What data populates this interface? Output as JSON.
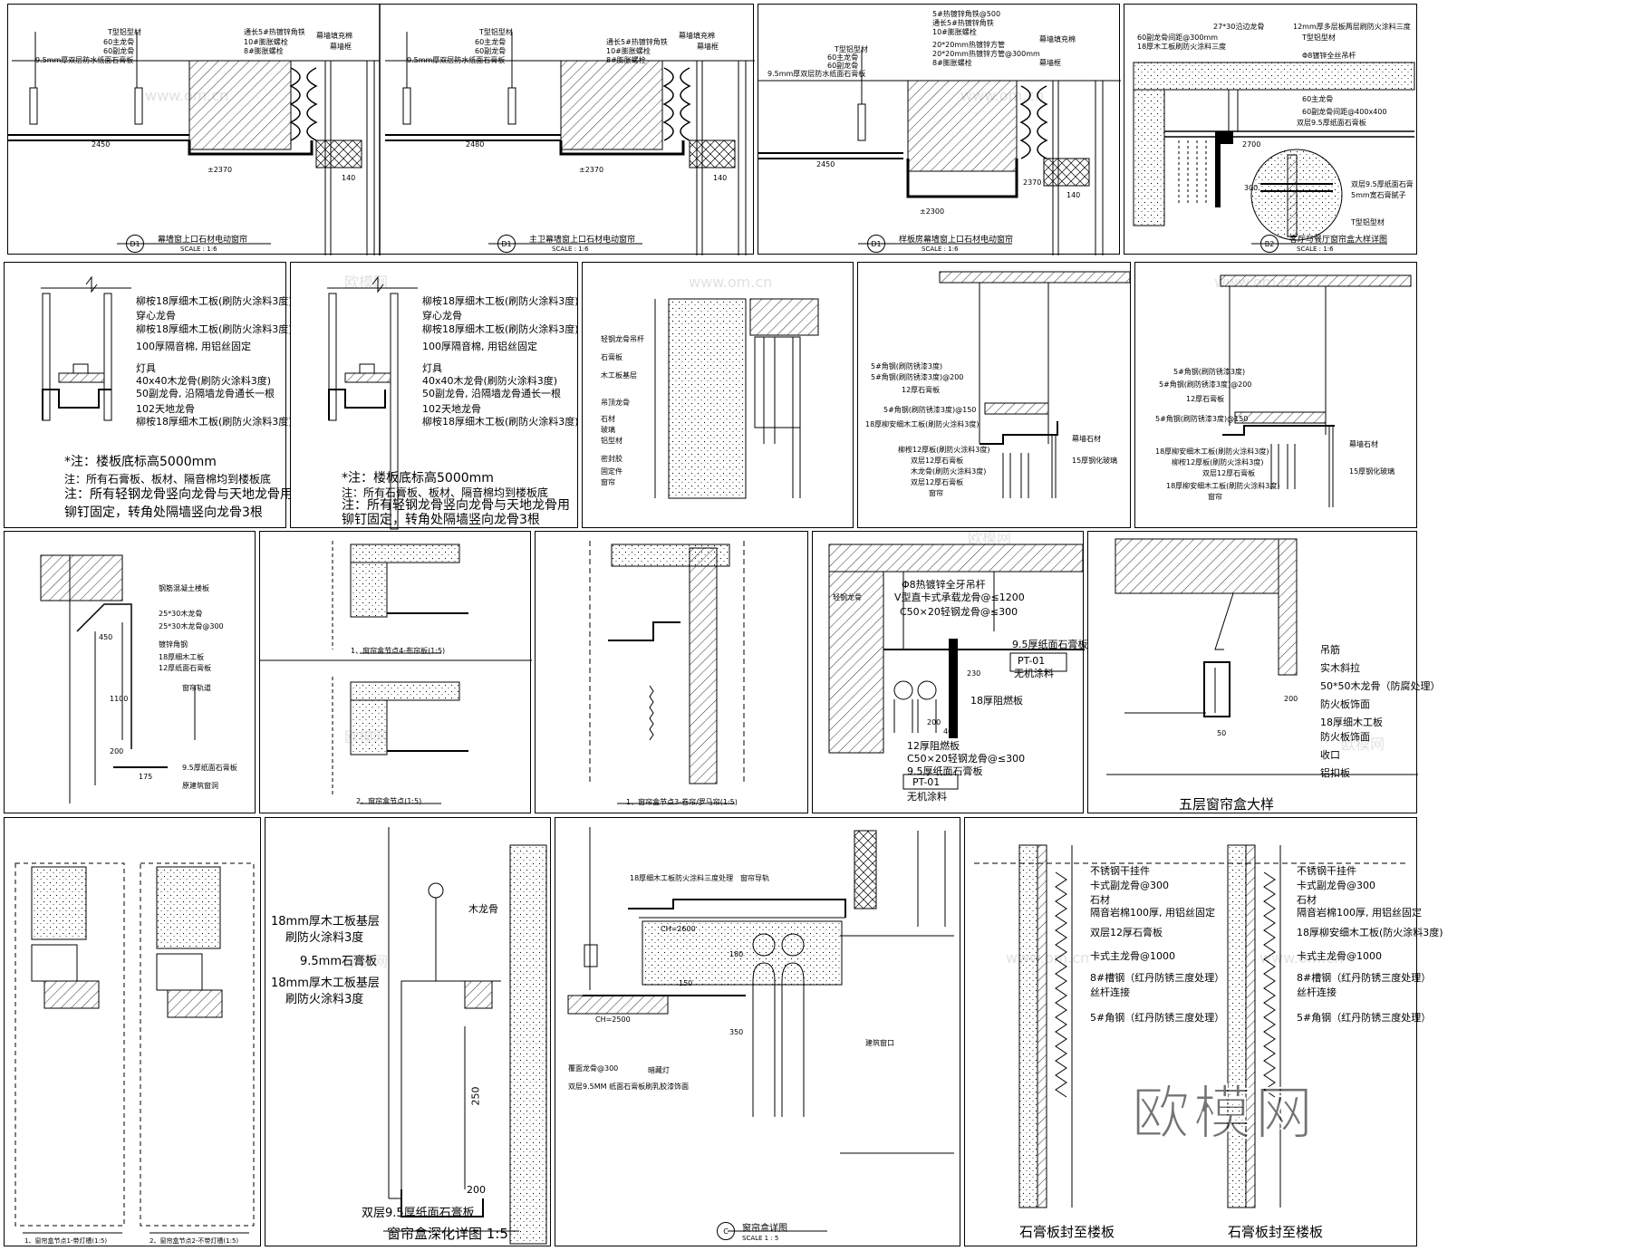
{
  "watermark": {
    "brand": "欧模网",
    "url": "www.om.cn"
  },
  "row1": {
    "p1": {
      "title": "幕墙窗上口石材电动窗帘",
      "scale": "SCALE :  1:6",
      "marker": "D1",
      "labels": [
        "T型铝型材",
        "60主龙骨",
        "60副龙骨",
        "9.5mm厚双层防水纸面石膏板",
        "通长5#热镀锌角铁",
        "10#膨胀螺栓",
        "8#膨胀螺栓",
        "幕墙填充棉",
        "幕墙框"
      ],
      "dims": [
        "2450",
        "±2370",
        "140"
      ]
    },
    "p2": {
      "title": "主卫幕墙窗上口石材电动窗帘",
      "scale": "SCALE :  1:6",
      "marker": "D1",
      "labels": [
        "T型铝型材",
        "60主龙骨",
        "60副龙骨",
        "9.5mm厚双层防水纸面石膏板",
        "通长5#热镀锌角铁",
        "10#膨胀螺栓",
        "8#膨胀螺栓",
        "幕墙填充棉",
        "幕墙框"
      ],
      "dims": [
        "2480",
        "±2370",
        "140"
      ]
    },
    "p3": {
      "title": "样板房幕墙窗上口石材电动窗帘",
      "scale": "SCALE :  1:6",
      "marker": "D1",
      "labels": [
        "5#热镀锌角铁@500",
        "通长5#热镀锌角铁",
        "10#膨胀螺栓",
        "20*20mm热镀锌方管",
        "20*20mm热镀锌方管@300mm",
        "8#膨胀螺栓",
        "幕墙填充棉",
        "幕墙框",
        "T型铝型材",
        "60主龙骨",
        "60副龙骨",
        "9.5mm厚双层防水纸面石膏板"
      ],
      "dims": [
        "2450",
        "±2300",
        "2370",
        "140"
      ]
    },
    "p4": {
      "title": "客厅与餐厅窗帘盒大样详图",
      "scale": "SCALE :  1:6",
      "marker": "B2",
      "labels": [
        "27*30沿边龙骨",
        "12mm厚多层板两层刷防火涂料三度",
        "60副龙骨间距@300mm",
        "T型铝型材",
        "18厚木工板刷防火涂料三度",
        "Φ8镀锌全丝吊杆",
        "60主龙骨",
        "60副龙骨间距@400x400",
        "双层9.5厚纸面石膏板",
        "双层9.5厚纸面石膏",
        "5mm宽石膏腻子",
        "T型铝型材"
      ],
      "dims": [
        "300",
        "2700"
      ]
    }
  },
  "row2": {
    "p1": {
      "labels": [
        "柳桉18厚细木工板(刷防火涂料3度)",
        "穿心龙骨",
        "柳桉18厚细木工板(刷防火涂料3度)",
        "100厚隔音棉, 用铝丝固定",
        "灯具",
        "40x40木龙骨(刷防火涂料3度)",
        "50副龙骨, 沿隔墙龙骨通长一根",
        "102天地龙骨",
        "柳桉18厚细木工板(刷防火涂料3度)"
      ],
      "notes": [
        "*注：楼板底标高5000mm",
        "注：所有石膏板、板材、隔音棉均到楼板底",
        "注：所有轻钢龙骨竖向龙骨与天地龙骨用",
        "铆钉固定，转角处隔墙竖向龙骨3根"
      ]
    },
    "p2": {
      "labels": [
        "柳桉18厚细木工板(刷防火涂料3度)",
        "穿心龙骨",
        "柳桉18厚细木工板(刷防火涂料3度)",
        "100厚隔音棉, 用铝丝固定",
        "灯具",
        "40x40木龙骨(刷防火涂料3度)",
        "50副龙骨, 沿隔墙龙骨通长一根",
        "102天地龙骨",
        "柳桉18厚细木工板(刷防火涂料3度)"
      ],
      "notes": [
        "*注：楼板底标高5000mm",
        "注：所有石膏板、板材、隔音棉均到楼板底",
        "注：所有轻钢龙骨竖向龙骨与天地龙骨用",
        "铆钉固定，转角处隔墙竖向龙骨3根"
      ]
    },
    "p3": {
      "labels": [
        "轻钢龙骨吊杆",
        "石膏板",
        "木工板基层",
        "吊顶龙骨",
        "石材",
        "玻璃",
        "铝型材",
        "密封胶",
        "固定件",
        "窗帘"
      ]
    },
    "p4": {
      "labels": [
        "5#角钢(刷防锈漆3度)",
        "5#角钢(刷防锈漆3度)@200",
        "12厚石膏板",
        "5#角钢(刷防锈漆3度)@150",
        "18厚柳安细木工板(刷防火涂料3度)",
        "柳桉12厚板(刷防火涂料3度)",
        "双层12厚石膏板",
        "木龙骨(刷防火涂料3度)",
        "双层12厚石膏板",
        "窗帘",
        "幕墙石材",
        "15厚钢化玻璃"
      ]
    },
    "p5": {
      "labels": [
        "5#角钢(刷防锈漆3度)",
        "5#角钢(刷防锈漆3度)@200",
        "12厚石膏板",
        "5#角钢(刷防锈漆3度)@150",
        "18厚柳安细木工板(刷防火涂料3度)",
        "柳桉12厚板(刷防火涂料3度)",
        "双层12厚石膏板",
        "18厚柳安细木工板(刷防火涂料3度)",
        "窗帘",
        "幕墙石材",
        "15厚钢化玻璃"
      ]
    }
  },
  "row3": {
    "p1": {
      "labels": [
        "钢筋混凝土楼板",
        "25*30木龙骨",
        "25*30木龙骨@300",
        "镀锌角钢",
        "18厚细木工板",
        "12厚纸面石膏板",
        "窗帘轨道",
        "9.5厚纸面石膏板",
        "原建筑窗洞"
      ],
      "dims": [
        "450",
        "1100",
        "200",
        "175"
      ]
    },
    "p2": {
      "titles": [
        "1、窗帘盒节点4-布帘板(1:5)",
        "2、窗帘盒节点(1:5)"
      ]
    },
    "p3": {
      "titles": [
        "1、窗帘盒节点3-卷帘/罗马帘(1:5)"
      ]
    },
    "p4": {
      "labels": [
        "Φ8热镀锌全牙吊杆",
        "V型直卡式承载龙骨@≤1200",
        "C50×20轻钢龙骨@≤300",
        "9.5厚纸面石膏板",
        "PT-01",
        "无机涂料",
        "18厚阻燃板",
        "12厚阻燃板",
        "C50×20轻钢龙骨@≤300",
        "9.5厚纸面石膏板",
        "PT-01",
        "无机涂料",
        "轻钢龙骨"
      ],
      "dims": [
        "230",
        "200",
        "40"
      ]
    },
    "p5": {
      "labels": [
        "吊筋",
        "实木斜拉",
        "50*50木龙骨（防腐处理）",
        "防火板饰面",
        "18厚细木工板",
        "防火板饰面",
        "收口",
        "铝扣板"
      ],
      "title": "五层窗帘盒大样",
      "dims": [
        "200",
        "50"
      ]
    }
  },
  "row4": {
    "p1": {
      "titles": [
        "1、窗帘盒节点1-带灯槽(1:5)",
        "2、窗帘盒节点2-不带灯槽(1:5)"
      ]
    },
    "p2": {
      "labels": [
        "木龙骨",
        "18mm厚木工板基层",
        "刷防火涂料3度",
        "9.5mm石膏板",
        "18mm厚木工板基层",
        "刷防火涂料3度",
        "双层9.5厚纸面石膏板"
      ],
      "title": "窗帘盒深化详图  1:5",
      "dims": [
        "250",
        "200"
      ]
    },
    "p3": {
      "labels": [
        "18厚细木工板防火涂料三度处理",
        "窗帘导轨",
        "建筑窗口",
        "暗藏灯",
        "覆面龙骨@300",
        "双层9.5MM 纸面石膏板刷乳胶漆饰面"
      ],
      "title": "窗帘盒详图",
      "marker": "C",
      "scale": "SCALE  1 : 5",
      "dims": [
        "CH=2600",
        "150",
        "180",
        "350",
        "CH=2500"
      ]
    },
    "p4": {
      "labels": [
        "不锈钢干挂件",
        "卡式副龙骨@300",
        "石材",
        "隔音岩棉100厚, 用铝丝固定",
        "双层12厚石膏板",
        "卡式主龙骨@1000",
        "8#槽钢（红丹防锈三度处理）",
        "丝杆连接",
        "5#角钢（红丹防锈三度处理）"
      ],
      "title": "石膏板封至楼板"
    },
    "p5": {
      "labels": [
        "不锈钢干挂件",
        "卡式副龙骨@300",
        "石材",
        "隔音岩棉100厚, 用铝丝固定",
        "18厚柳安细木工板(防火涂料3度)",
        "卡式主龙骨@1000",
        "8#槽钢（红丹防锈三度处理）",
        "丝杆连接",
        "5#角钢（红丹防锈三度处理）"
      ],
      "title": "石膏板封至楼板"
    }
  }
}
